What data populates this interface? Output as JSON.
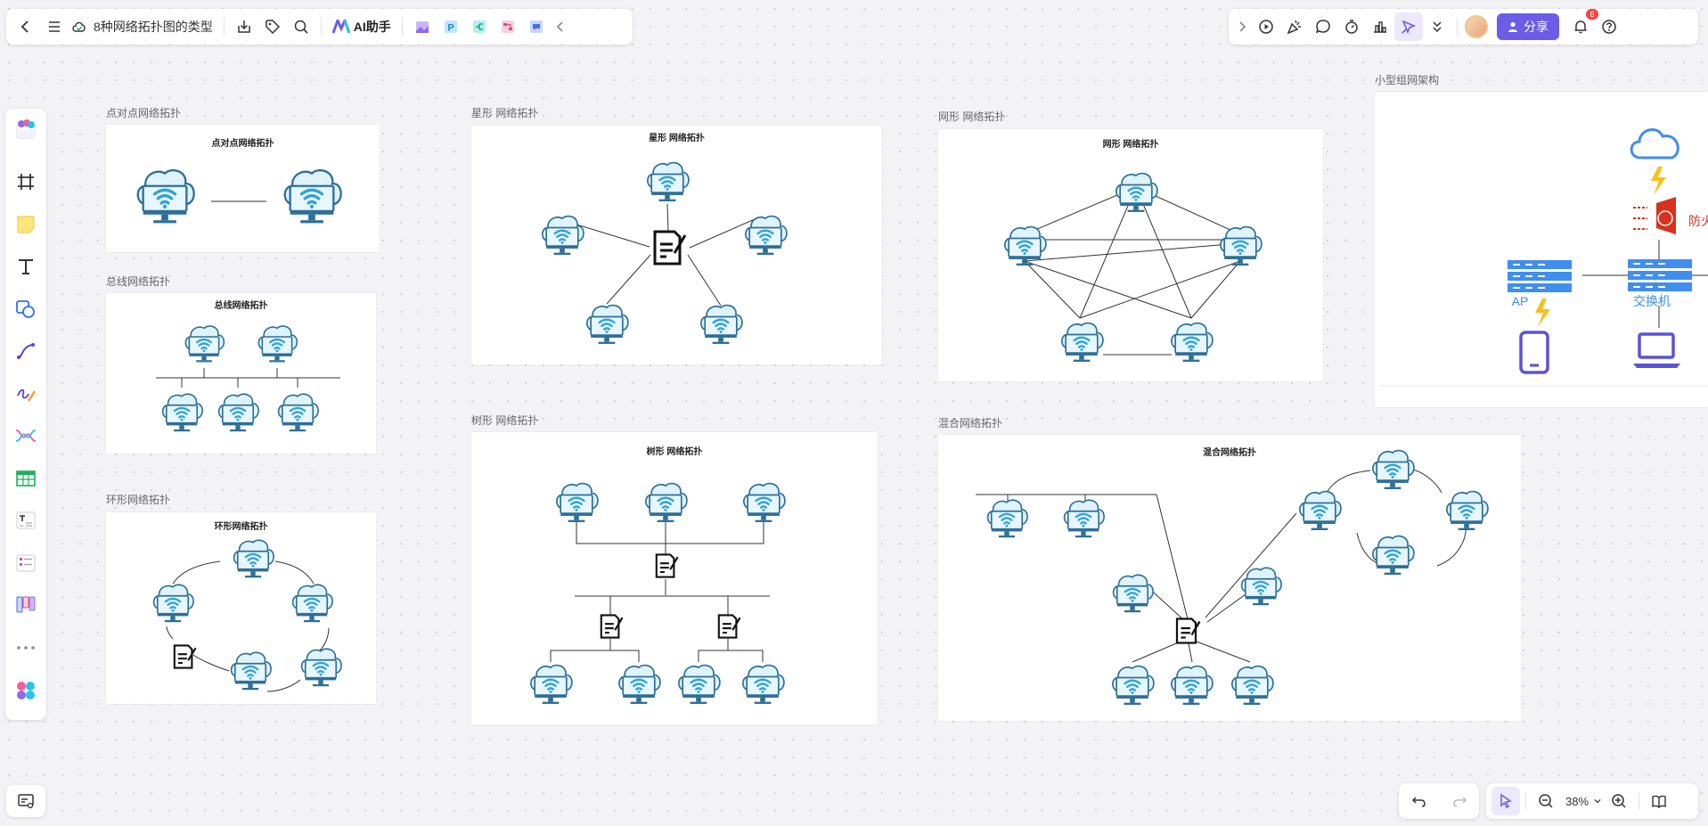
{
  "toolbar": {
    "doc_title": "8种网络拓扑图的类型",
    "ai_label": "AI助手",
    "share_label": "分享",
    "notification_count": "6"
  },
  "zoom": {
    "value": "38%"
  },
  "frames": {
    "p2p": {
      "label": "点对点网络拓扑",
      "title": "点对点网络拓扑"
    },
    "bus": {
      "label": "总线网络拓扑",
      "title": "总线网络拓扑"
    },
    "ring": {
      "label": "环形网络拓扑",
      "title": "环形网络拓扑"
    },
    "star": {
      "label": "星形 网络拓扑",
      "title": "星形 网络拓扑"
    },
    "tree": {
      "label": "树形 网络拓扑",
      "title": "树形 网络拓扑"
    },
    "mesh": {
      "label": "网形 网络拓扑",
      "title": "网形 网络拓扑"
    },
    "hybrid": {
      "label": "混合网络拓扑",
      "title": "混合网络拓扑"
    },
    "small": {
      "label": "小型组网架构",
      "ap": "AP",
      "switch": "交换机",
      "firewall": "防火"
    }
  },
  "colors": {
    "accent": "#6c5ce7",
    "node_blue": "#2fa3d6",
    "ap_blue": "#3f8ef0",
    "firewall_red": "#d8311f",
    "bolt": "#f6c21a"
  }
}
